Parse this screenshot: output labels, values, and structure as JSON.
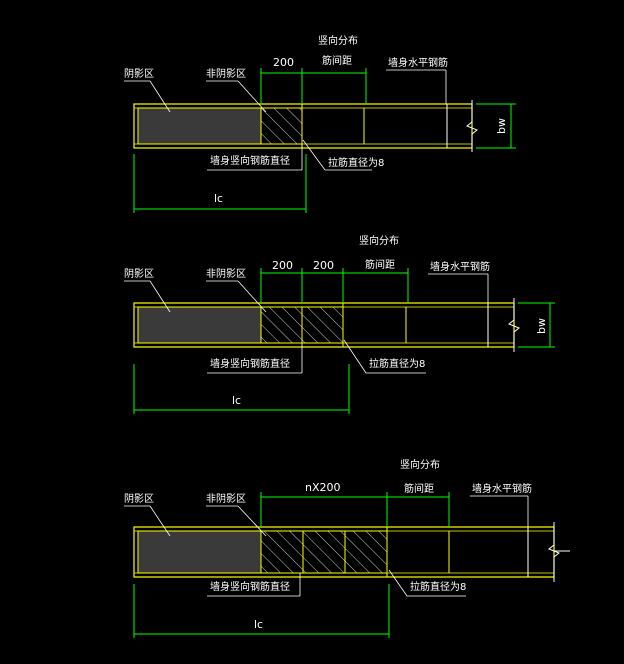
{
  "colors": {
    "background": "#000000",
    "wall_outline": "#ffff00",
    "constrained_zone_fill": "#3a3a3a",
    "dimension_line": "#00ff00",
    "leader_line": "#ffffff",
    "hatch": "#ffffff",
    "tie_bar": "#ffff00"
  },
  "details": [
    {
      "label_constrained": "阴影区",
      "label_nonconstrained": "非阴影区",
      "label_vertical_distribution": "竖向分布",
      "label_bar_spacing": "筋间距",
      "label_horizontal_bar": "墙身水平钢筋",
      "label_vertical_bar_diameter": "墙身竖向钢筋直径",
      "label_tie_diameter": "拉筋直径为8",
      "dim_segments": [
        "200"
      ],
      "dim_lc": "lc",
      "dim_bw": "bw"
    },
    {
      "label_constrained": "阴影区",
      "label_nonconstrained": "非阴影区",
      "label_vertical_distribution": "竖向分布",
      "label_bar_spacing": "筋间距",
      "label_horizontal_bar": "墙身水平钢筋",
      "label_vertical_bar_diameter": "墙身竖向钢筋直径",
      "label_tie_diameter": "拉筋直径为8",
      "dim_segments": [
        "200",
        "200"
      ],
      "dim_lc": "lc",
      "dim_bw": "bw"
    },
    {
      "label_constrained": "阴影区",
      "label_nonconstrained": "非阴影区",
      "label_vertical_distribution": "竖向分布",
      "label_bar_spacing": "筋间距",
      "label_horizontal_bar": "墙身水平钢筋",
      "label_vertical_bar_diameter": "墙身竖向钢筋直径",
      "label_tie_diameter": "拉筋直径为8",
      "dim_segments": [
        "nX200"
      ],
      "dim_lc": "lc"
    }
  ]
}
